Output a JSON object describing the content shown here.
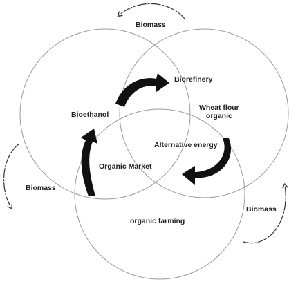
{
  "labels": {
    "biomass_top": "Biomass",
    "biomass_left": "Biomass",
    "biomass_right": "Biomass",
    "biorefinery": "Biorefinery",
    "wheat_flour_line1": "Wheat flour",
    "wheat_flour_line2": "organic",
    "bioethanol": "Bioethanol",
    "alternative_energy": "Alternative energy",
    "organic_market": "Organic Market",
    "organic_farming": "organic farming"
  },
  "colors": {
    "circle_stroke": "#9a9a9a",
    "arrow_fill": "#111111",
    "thin_arrow": "#333333",
    "text": "#222222"
  }
}
